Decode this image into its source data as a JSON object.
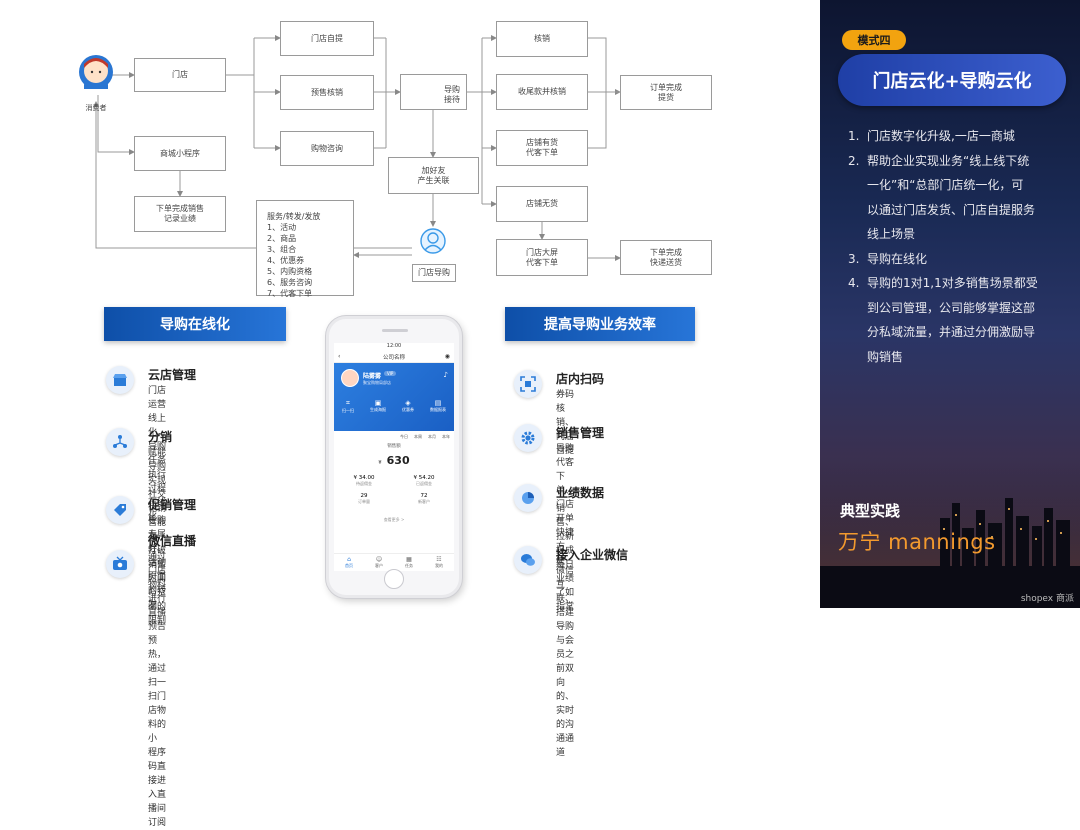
{
  "flow": {
    "consumer_label": "消费者",
    "store": "门店",
    "mini_program": "商城小程序",
    "order_done_record": [
      "下单完成销售",
      "记录业绩"
    ],
    "services_list": [
      "服务/转发/发放",
      "1、活动",
      "2、商品",
      "3、组合",
      "4、优惠券",
      "5、内购资格",
      "6、服务咨询",
      "7、代客下单"
    ],
    "self_pickup": "门店自提",
    "presale_verify": "预售核销",
    "purchase_consult": "购物咨询",
    "guide_reception": [
      "导购",
      "接待"
    ],
    "add_friend": [
      "加好友",
      "产生关联"
    ],
    "store_guide": "门店导购",
    "verify": "核销",
    "final_payment_verify": "收尾款并核销",
    "store_in_stock": [
      "店铺有货",
      "代客下单"
    ],
    "store_no_stock": "店铺无货",
    "big_screen_order": [
      "门店大屏",
      "代客下单"
    ],
    "order_done_pickup": [
      "订单完成",
      "提货"
    ],
    "order_done_express": [
      "下单完成",
      "快递送货"
    ]
  },
  "left_banner": "导购在线化",
  "right_banner": "提高导购业务效率",
  "left_features": [
    {
      "title": "云店管理",
      "desc": [
        "门店运营线上化，导购任务",
        "执行过程在线化"
      ],
      "icon": "store-icon"
    },
    {
      "title": "分销",
      "desc": [
        "赋能导购实现社交化销售能力，",
        "打破销售时间与空间的限制"
      ],
      "icon": "share-network-icon"
    },
    {
      "title": "促销管理",
      "desc": [
        "导购专属券、活动页面的转发"
      ],
      "icon": "tag-icon"
    },
    {
      "title": "微信直播",
      "desc": [
        "通过门店物料进行直播预告预",
        "热，通过扫一扫门店物料的小",
        "程序码直接进入直播间订阅"
      ],
      "icon": "live-tv-icon"
    }
  ],
  "right_features": [
    {
      "title": "店内扫码",
      "desc": [
        "券码核销、门店自提"
      ],
      "icon": "scan-icon"
    },
    {
      "title": "销售管理",
      "desc": [
        "导购代客下单、门店开单快捷方",
        "便"
      ],
      "icon": "gear-icon"
    },
    {
      "title": "业绩数据",
      "desc": [
        "销售、拉新提成每日业绩了如",
        "指掌"
      ],
      "icon": "pie-chart-icon"
    },
    {
      "title": "接入企业微信",
      "desc": [
        "微信互联、搭建导购与会员之",
        "前双向的、实时的沟通通道"
      ],
      "icon": "wechat-icon"
    }
  ],
  "phone": {
    "status_time": "12:00",
    "app_title": "公司名称",
    "user_name": "陆雾雾",
    "user_badge": "VIP",
    "user_sub": "聚宝购物局部店",
    "actions": [
      "扫一扫",
      "生成海报",
      "优惠券",
      "数据报表"
    ],
    "filters": [
      "今日",
      "本周",
      "本月",
      "本年"
    ],
    "sales_label": "销售额",
    "sales_value": "630",
    "sales_currency": "¥",
    "stats": [
      {
        "value": "¥ 34.00",
        "label": "待返佣金"
      },
      {
        "value": "¥ 54.20",
        "label": "已返佣金"
      },
      {
        "value": "29",
        "label": "订单量"
      },
      {
        "value": "72",
        "label": "新客户"
      }
    ],
    "more": "查看更多 >",
    "tabs": [
      "首页",
      "客户",
      "任务",
      "我的"
    ]
  },
  "right_panel": {
    "mode_tag": "模式四",
    "mode_title": "门店云化+导购云化",
    "points": [
      {
        "num": "1.",
        "lines": [
          "门店数字化升级,一店一商城"
        ]
      },
      {
        "num": "2.",
        "lines": [
          "帮助企业实现业务“线上线下统",
          "一化”和“总部门店统一化，可",
          "以通过门店发货、门店自提服务",
          "线上场景"
        ]
      },
      {
        "num": "3.",
        "lines": [
          "导购在线化"
        ]
      },
      {
        "num": "4.",
        "lines": [
          "导购的1对1,1对多销售场景都受",
          "到公司管理，公司能够掌握这部",
          "分私域流量，并通过分佣激励导",
          "购销售"
        ]
      }
    ],
    "practice_label": "典型实践",
    "brand": "万宁 mannings",
    "footer": "shopex 商派"
  },
  "colors": {
    "brand_orange": "#f39a2e",
    "banner_blue": "#1a62c2",
    "tag_yellow": "#f2a30f"
  }
}
